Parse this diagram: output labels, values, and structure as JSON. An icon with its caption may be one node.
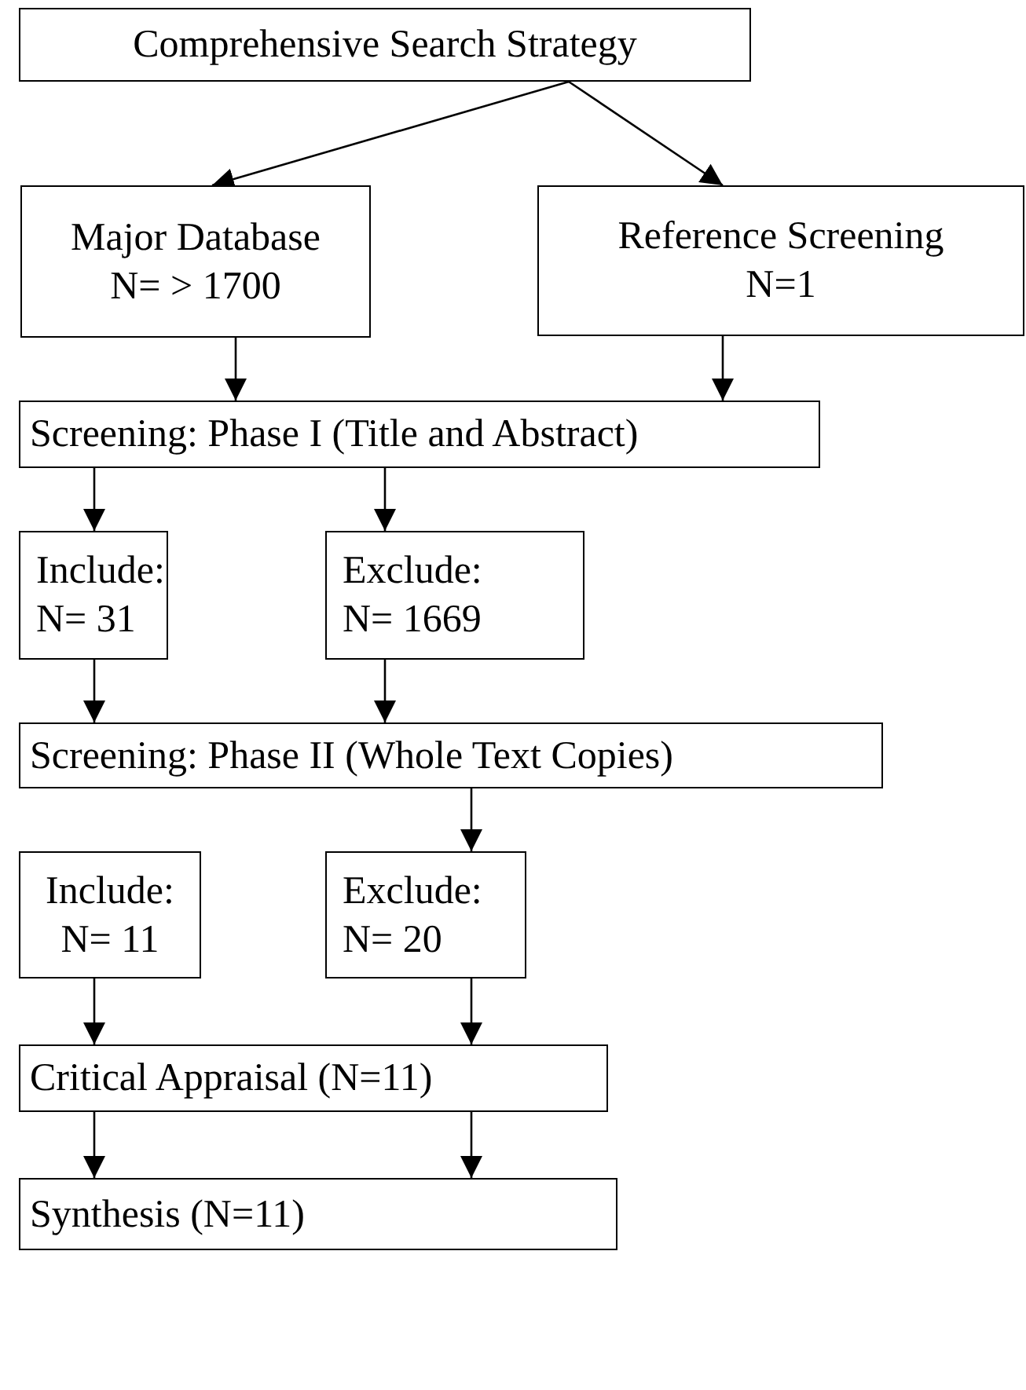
{
  "diagram": {
    "nodes": [
      {
        "text": [
          "Comprehensive Search Strategy"
        ]
      },
      {
        "text": [
          "Major Database",
          "N= > 1700"
        ]
      },
      {
        "text": [
          "Reference Screening",
          "N=1"
        ]
      },
      {
        "text": [
          "Screening: Phase I (Title and Abstract)"
        ]
      },
      {
        "text": [
          "Include:",
          "N= 31"
        ]
      },
      {
        "text": [
          "Exclude:",
          "N= 1669"
        ]
      },
      {
        "text": [
          "Screening: Phase II (Whole Text Copies)"
        ]
      },
      {
        "text": [
          "Include:",
          "N= 11"
        ]
      },
      {
        "text": [
          "Exclude:",
          "N= 20"
        ]
      },
      {
        "text": [
          "Critical Appraisal (N=11)"
        ]
      },
      {
        "text": [
          "Synthesis (N=11)"
        ]
      }
    ],
    "edges": [
      {
        "from": 0,
        "to": 1,
        "arrow": "to"
      },
      {
        "from": 0,
        "to": 2,
        "arrow": "to"
      },
      {
        "from": 1,
        "to": 3,
        "arrow": "to"
      },
      {
        "from": 2,
        "to": 3,
        "arrow": "to"
      },
      {
        "from": 3,
        "to": 4,
        "arrow": "to"
      },
      {
        "from": 3,
        "to": 5,
        "arrow": "to"
      },
      {
        "from": 4,
        "to": 6,
        "arrow": "to"
      },
      {
        "from": 5,
        "to": 6,
        "arrow": "to"
      },
      {
        "from": 6,
        "to": 8,
        "arrow": "to"
      },
      {
        "from": 7,
        "to": 9,
        "arrow": "to"
      },
      {
        "from": 8,
        "to": 9,
        "arrow": "to"
      },
      {
        "from": 9,
        "to": 10,
        "arrow": "to"
      },
      {
        "from": 9,
        "to": 10,
        "arrow": "to"
      }
    ]
  }
}
